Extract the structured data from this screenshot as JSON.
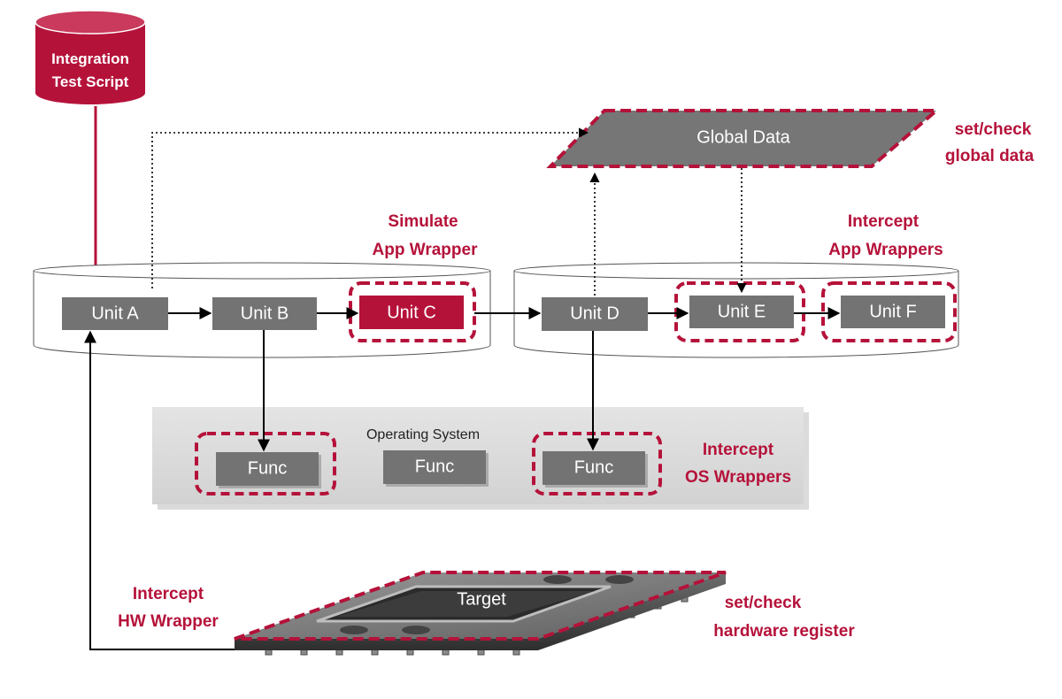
{
  "database": {
    "line1": "Integration",
    "line2": "Test Script"
  },
  "global_data": {
    "label": "Global Data"
  },
  "annotations": {
    "set_check_global_1": "set/check",
    "set_check_global_2": "global data",
    "simulate_1": "Simulate",
    "simulate_2": "App Wrapper",
    "intercept_app_1": "Intercept",
    "intercept_app_2": "App Wrappers",
    "intercept_os_1": "Intercept",
    "intercept_os_2": "OS Wrappers",
    "intercept_hw_1": "Intercept",
    "intercept_hw_2": "HW Wrapper",
    "set_check_hw_1": "set/check",
    "set_check_hw_2": "hardware register"
  },
  "units": {
    "a": "Unit A",
    "b": "Unit B",
    "c": "Unit C",
    "d": "Unit D",
    "e": "Unit E",
    "f": "Unit F"
  },
  "os": {
    "title": "Operating System",
    "func_1": "Func",
    "func_2": "Func",
    "func_3": "Func"
  },
  "target": {
    "label": "Target"
  },
  "colors": {
    "accent": "#b5123a",
    "unit": "#737373",
    "os_panel": "#dcdcdc",
    "global_data": "#767676"
  }
}
